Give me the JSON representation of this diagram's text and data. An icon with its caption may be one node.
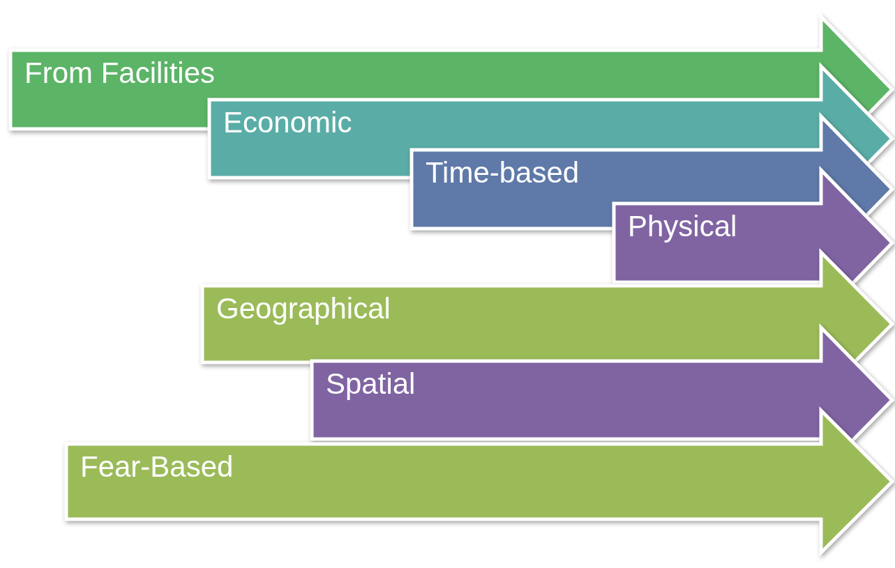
{
  "diagram": {
    "nodes": [
      {
        "text": [
          "From Facilities"
        ]
      },
      {
        "text": [
          "Economic"
        ]
      },
      {
        "text": [
          "Time-based"
        ]
      },
      {
        "text": [
          "Physical"
        ]
      },
      {
        "text": [
          "Geographical"
        ]
      },
      {
        "text": [
          "Spatial"
        ]
      },
      {
        "text": [
          "Fear-Based"
        ]
      }
    ]
  }
}
